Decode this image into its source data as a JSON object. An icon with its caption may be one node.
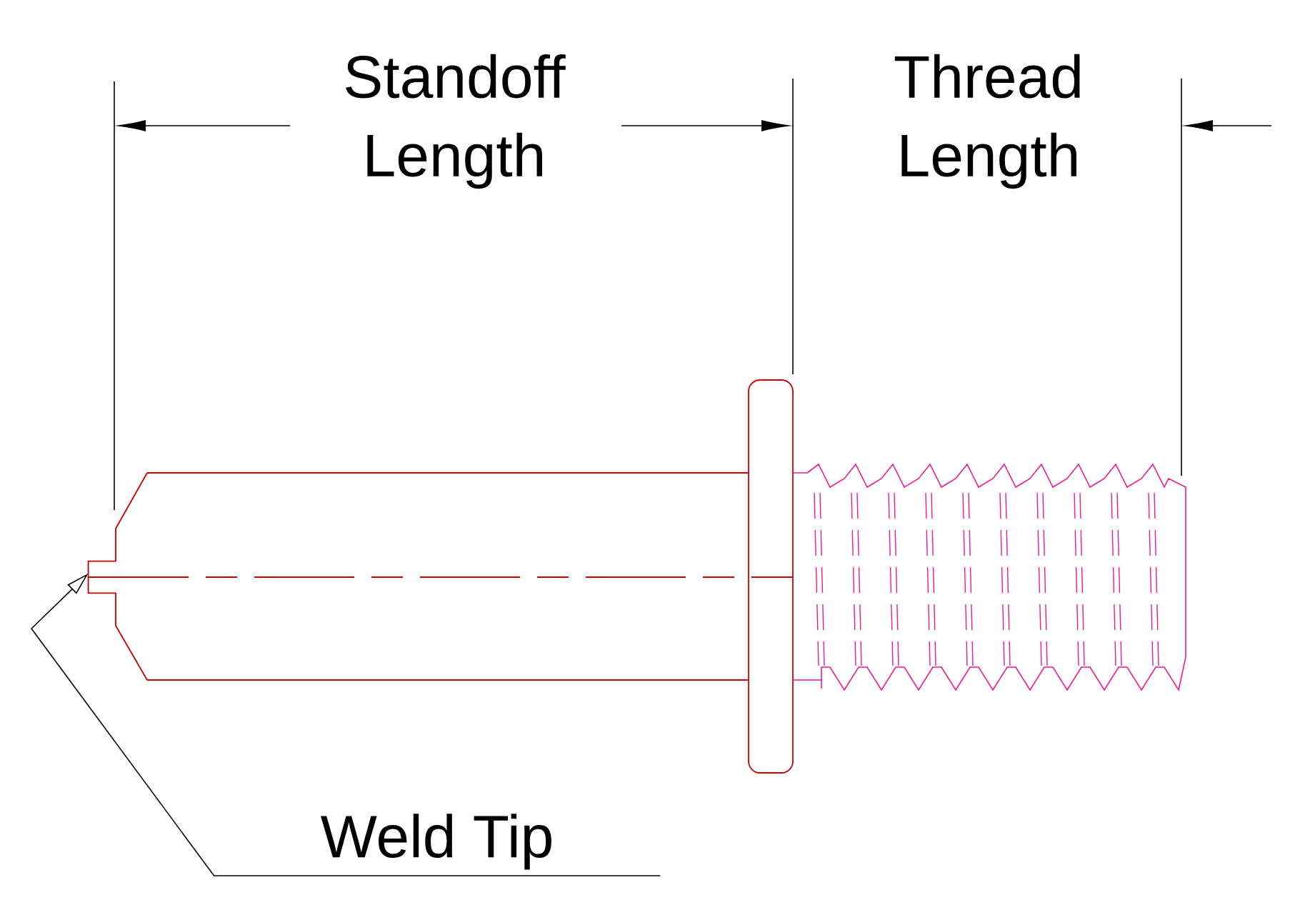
{
  "diagram": {
    "nodes": [
      {
        "text": [
          "Weld Tip"
        ]
      },
      {
        "text": [],
        "shape": "box"
      }
    ],
    "edges": [
      {
        "from": 0,
        "to": 1,
        "arrow": "to"
      }
    ],
    "labels": [
      "Standoff Length",
      "Thread Length"
    ]
  }
}
